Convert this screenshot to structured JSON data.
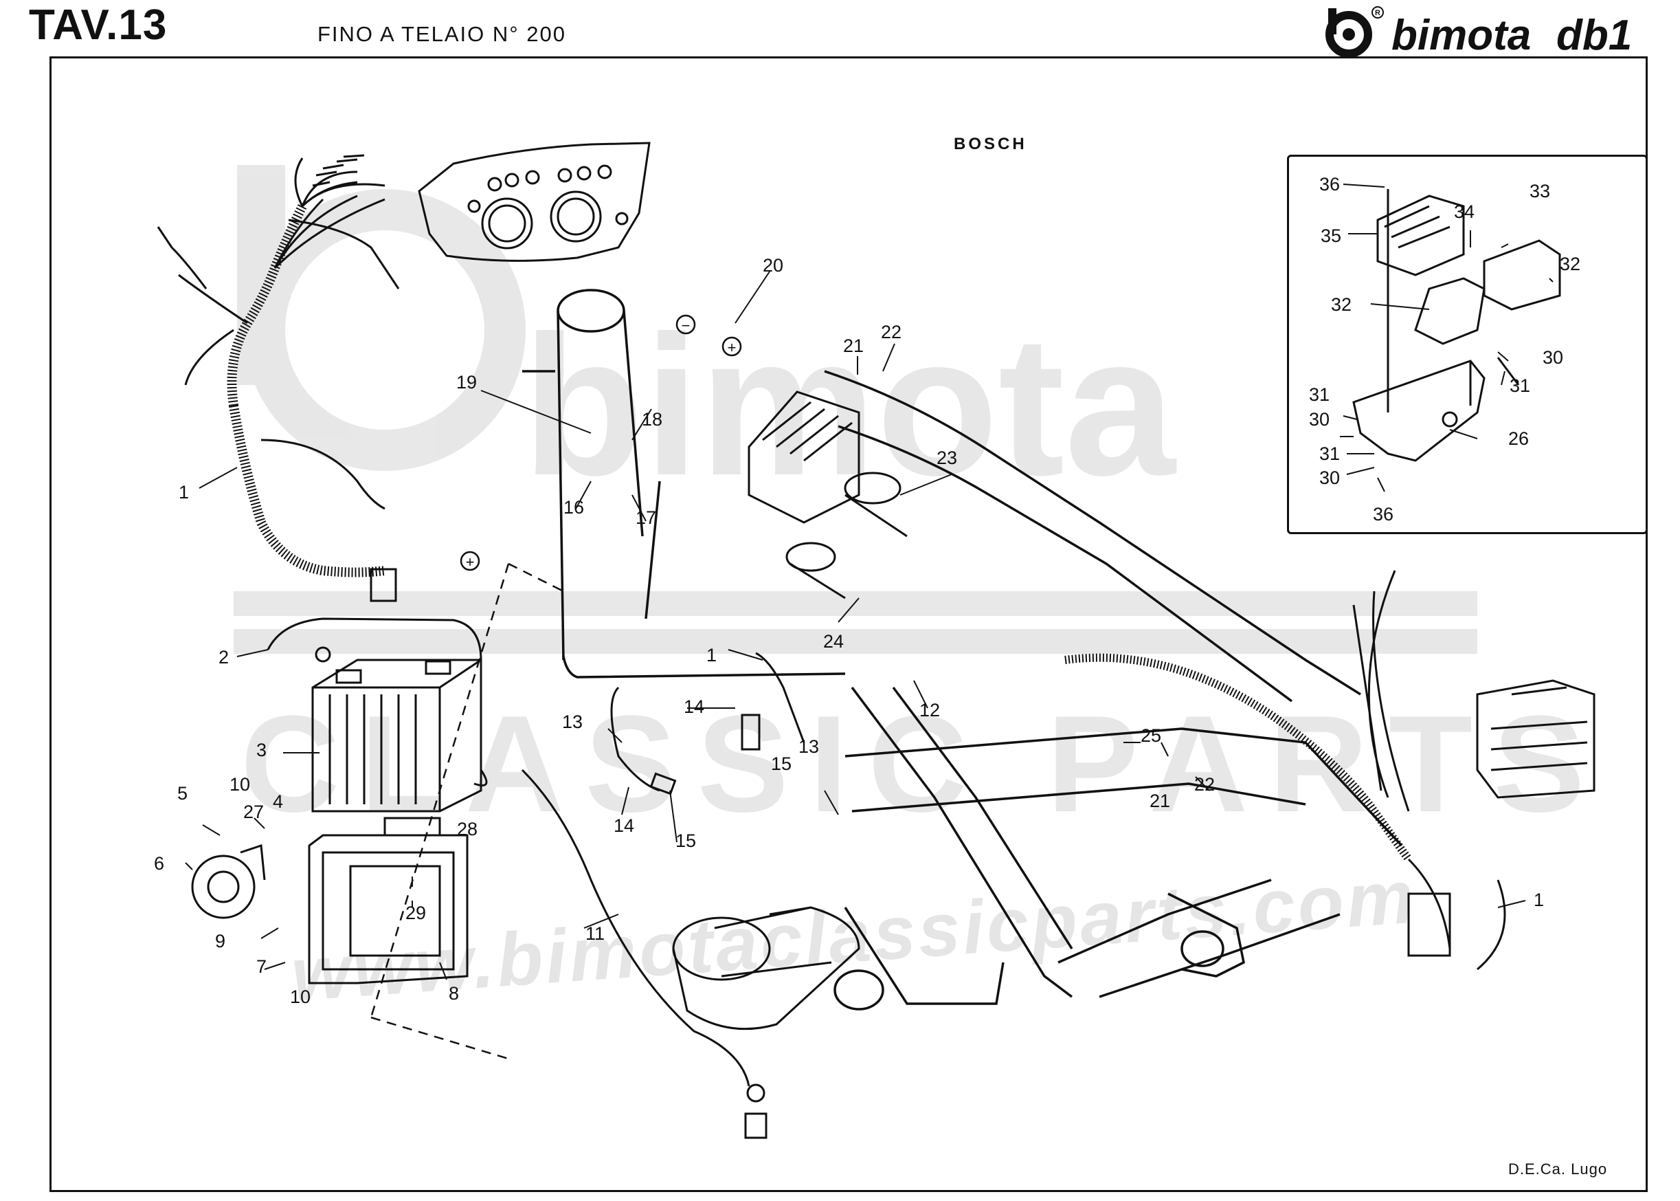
{
  "header": {
    "plate": "TAV.13",
    "frame_note": "FINO A TELAIO N° 200",
    "brand_name": "bimota",
    "model": "db1",
    "registered_mark": "R"
  },
  "diagram": {
    "supplier_label": "BOSCH",
    "watermark_text": "www.bimotaclassicparts.com",
    "watermark_logo_text": "bimota",
    "watermark_band_text": "CLASSIC PARTS",
    "footer": "D.E.Ca. Lugo",
    "polarity_minus": "−",
    "polarity_plus": "+",
    "callouts": {
      "c1_harness": "1",
      "c1_frame": "1",
      "c1_rear": "1",
      "c2": "2",
      "c3": "3",
      "c4": "4",
      "c5": "5",
      "c6": "6",
      "c7": "7",
      "c8": "8",
      "c9": "9",
      "c10_top": "10",
      "c10_bottom": "10",
      "c11": "11",
      "c12": "12",
      "c13_left": "13",
      "c13_right": "13",
      "c14_left": "14",
      "c14_right": "14",
      "c15_left": "15",
      "c15_right": "15",
      "c16": "16",
      "c17": "17",
      "c18": "18",
      "c19": "19",
      "c20": "20",
      "c21_top": "21",
      "c21_bottom": "21",
      "c22_top": "22",
      "c22_bottom": "22",
      "c23": "23",
      "c24": "24",
      "c25": "25",
      "c27": "27",
      "c28": "28",
      "c29": "29"
    },
    "inset_callouts": {
      "c36_top": "36",
      "c35": "35",
      "c34": "34",
      "c33": "33",
      "c32_right": "32",
      "c32_left": "32",
      "c30_right": "30",
      "c31_right": "31",
      "c31_left_a": "31",
      "c30_left_a": "30",
      "c31_left_b": "31",
      "c30_left_b": "30",
      "c26": "26",
      "c36_bottom": "36"
    }
  }
}
